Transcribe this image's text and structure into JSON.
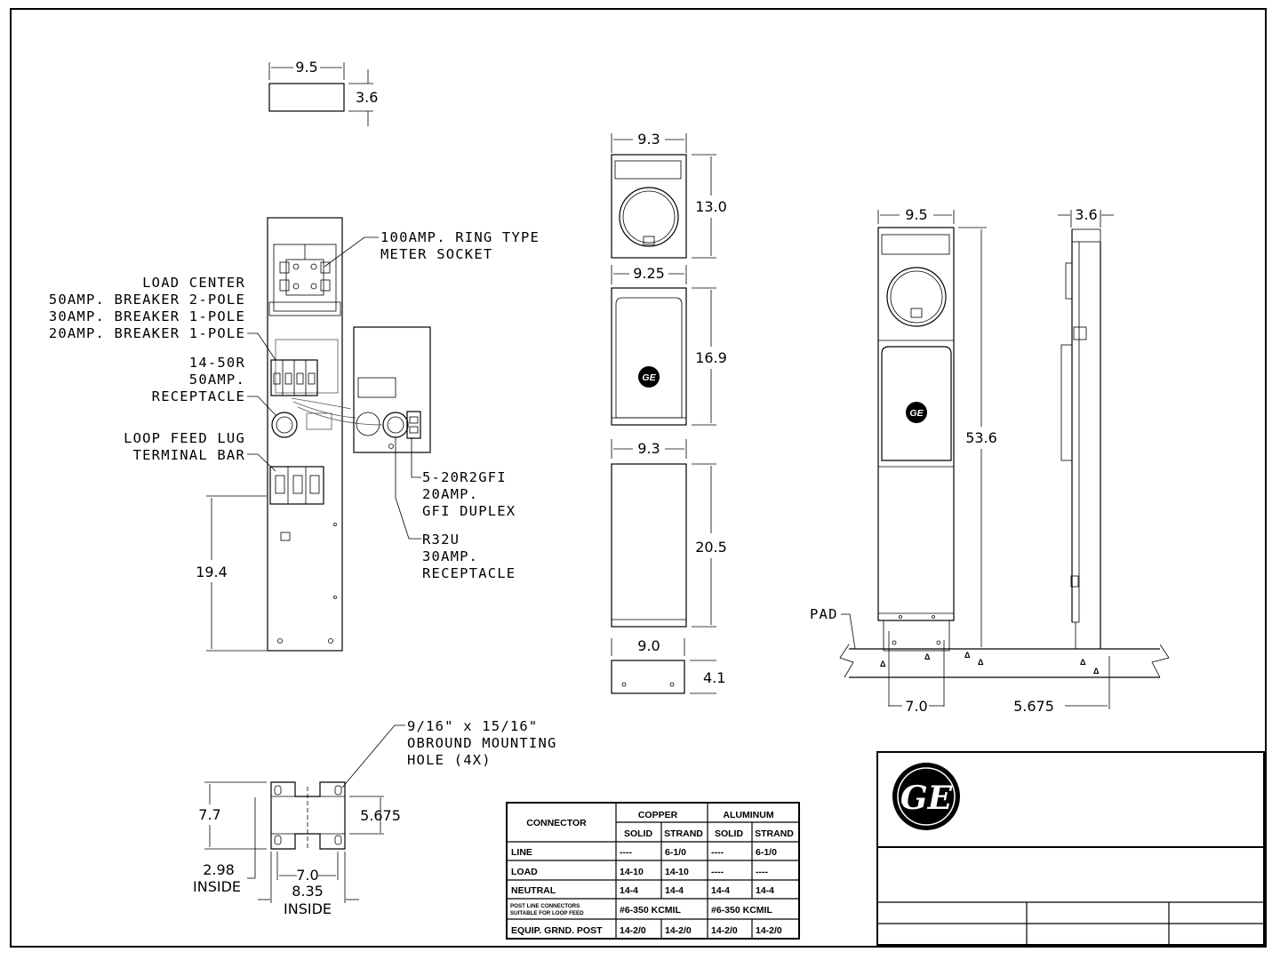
{
  "dimensions": {
    "top_meter_width": "9.5",
    "top_meter_depth": "3.6",
    "front_top_width": "9.3",
    "front_top_height": "13.0",
    "front_mid_width": "9.25",
    "front_mid_height": "16.9",
    "front_low_width": "9.3",
    "front_low_height": "20.5",
    "base_width": "9.0",
    "base_height": "4.1",
    "side_width": "9.5",
    "side_depth": "3.6",
    "overall_height": "53.6",
    "post_spacing": "7.0",
    "post_offset": "5.675",
    "interior_height": "19.4",
    "mount_height": "7.7",
    "mount_slot": "5.675",
    "mount_inside_a": "2.98",
    "mount_inside_a_note": "INSIDE",
    "mount_spacing": "7.0",
    "mount_inside_b": "8.35",
    "mount_inside_b_note": "INSIDE"
  },
  "labels": {
    "meter_socket": [
      "100AMP. RING TYPE",
      "METER SOCKET"
    ],
    "load_center": [
      "LOAD CENTER",
      "50AMP. BREAKER 2-POLE",
      "30AMP. BREAKER 1-POLE",
      "20AMP. BREAKER 1-POLE"
    ],
    "receptacle_50": [
      "14-50R",
      "50AMP.",
      "RECEPTACLE"
    ],
    "loop_feed": [
      "LOOP FEED LUG",
      "TERMINAL BAR"
    ],
    "gfi": [
      "5-20R2GFI",
      "20AMP.",
      "GFI DUPLEX"
    ],
    "r32u": [
      "R32U",
      "30AMP.",
      "RECEPTACLE"
    ],
    "pad": "PAD",
    "mounting_hole": [
      "9/16\" x 15/16\"",
      "OBROUND MOUNTING",
      "HOLE (4X)"
    ]
  },
  "connector_table": {
    "headers": {
      "connector": "CONNECTOR",
      "copper": "COPPER",
      "aluminum": "ALUMINUM",
      "solid": "SOLID",
      "strand": "STRAND"
    },
    "rows": [
      {
        "name": "LINE",
        "cu_solid": "----",
        "cu_strand": "6-1/0",
        "al_solid": "----",
        "al_strand": "6-1/0"
      },
      {
        "name": "LOAD",
        "cu_solid": "14-10",
        "cu_strand": "14-10",
        "al_solid": "----",
        "al_strand": "----"
      },
      {
        "name": "NEUTRAL",
        "cu_solid": "14-4",
        "cu_strand": "14-4",
        "al_solid": "14-4",
        "al_strand": "14-4"
      },
      {
        "name_line1": "POST LINE CONNECTORS",
        "name_line2": "SUITABLE FOR LOOP FEED",
        "cu_span": "#6-350 KCMIL",
        "al_span": "#6-350 KCMIL"
      },
      {
        "name": "EQUIP. GRND. POST",
        "cu_solid": "14-2/0",
        "cu_strand": "14-2/0",
        "al_solid": "14-2/0",
        "al_strand": "14-2/0"
      }
    ]
  },
  "logo": {
    "text": "GE",
    "color": "#000000"
  }
}
